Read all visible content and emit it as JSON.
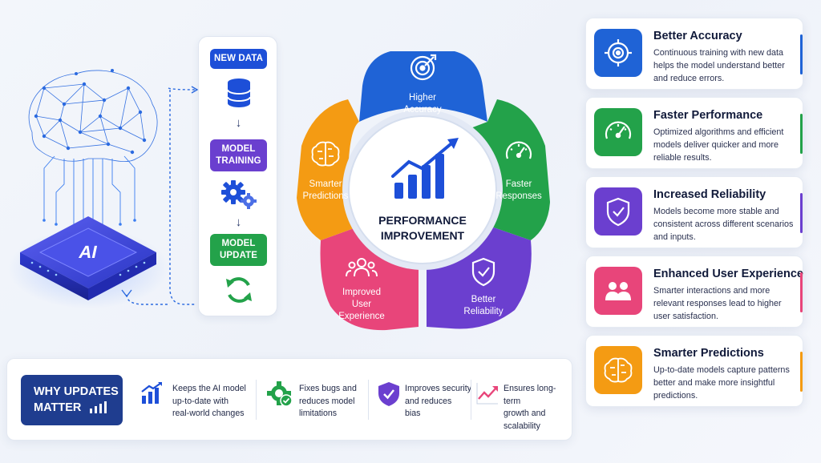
{
  "pipeline": {
    "steps": [
      {
        "label_1": "NEW DATA",
        "label_2": "",
        "color": "#1d4fd8"
      },
      {
        "label_1": "MODEL",
        "label_2": "TRAINING",
        "color": "#6a3fcf"
      },
      {
        "label_1": "MODEL",
        "label_2": "UPDATE",
        "color": "#23a24a"
      }
    ],
    "icons": [
      "database-icon",
      "gears-icon",
      "refresh-icon"
    ]
  },
  "chip": {
    "label": "AI"
  },
  "wheel": {
    "center_line_1": "PERFORMANCE",
    "center_line_2": "IMPROVEMENT",
    "segments": [
      {
        "line_1": "Higher",
        "line_2": "Accuracy",
        "line_3": "",
        "color": "#1f63d6",
        "icon": "target-icon"
      },
      {
        "line_1": "Faster",
        "line_2": "Responses",
        "line_3": "",
        "color": "#23a24a",
        "icon": "speedometer-icon"
      },
      {
        "line_1": "Better",
        "line_2": "Reliability",
        "line_3": "",
        "color": "#6b3fcf",
        "icon": "shield-check-icon"
      },
      {
        "line_1": "Improved",
        "line_2": "User",
        "line_3": "Experience",
        "color": "#e8457a",
        "icon": "users-icon"
      },
      {
        "line_1": "Smarter",
        "line_2": "Predictions",
        "line_3": "",
        "color": "#f49b13",
        "icon": "brain-icon"
      }
    ]
  },
  "cards": [
    {
      "title": "Better Accuracy",
      "description": "Continuous training with new data helps the model understand better and reduce errors.",
      "color": "#1f63d6",
      "icon": "target-icon"
    },
    {
      "title": "Faster Performance",
      "description": "Optimized algorithms and efficient models deliver quicker and more reliable results.",
      "color": "#23a24a",
      "icon": "speedometer-icon"
    },
    {
      "title": "Increased Reliability",
      "description": "Models become more stable and consistent across different scenarios and inputs.",
      "color": "#6b3fcf",
      "icon": "shield-check-icon"
    },
    {
      "title": "Enhanced User Experience",
      "description": "Smarter interactions and more relevant responses lead to higher user satisfaction.",
      "color": "#e8457a",
      "icon": "users-icon"
    },
    {
      "title": "Smarter Predictions",
      "description": "Up-to-date models capture patterns better and make more insightful predictions.",
      "color": "#f49b13",
      "icon": "brain-icon"
    }
  ],
  "bottom": {
    "why_line_1": "WHY UPDATES",
    "why_line_2": "MATTER",
    "items": [
      {
        "line_1": "Keeps the AI model",
        "line_2": "up-to-date with",
        "line_3": "real-world changes",
        "icon": "bar-chart-up-icon"
      },
      {
        "line_1": "Fixes bugs and",
        "line_2": "reduces model",
        "line_3": "limitations",
        "icon": "gear-check-icon"
      },
      {
        "line_1": "Improves security",
        "line_2": "and reduces",
        "line_3": "bias",
        "icon": "shield-check-icon"
      },
      {
        "line_1": "Ensures long-term",
        "line_2": "growth and",
        "line_3": "scalability",
        "icon": "trend-up-icon"
      }
    ]
  }
}
